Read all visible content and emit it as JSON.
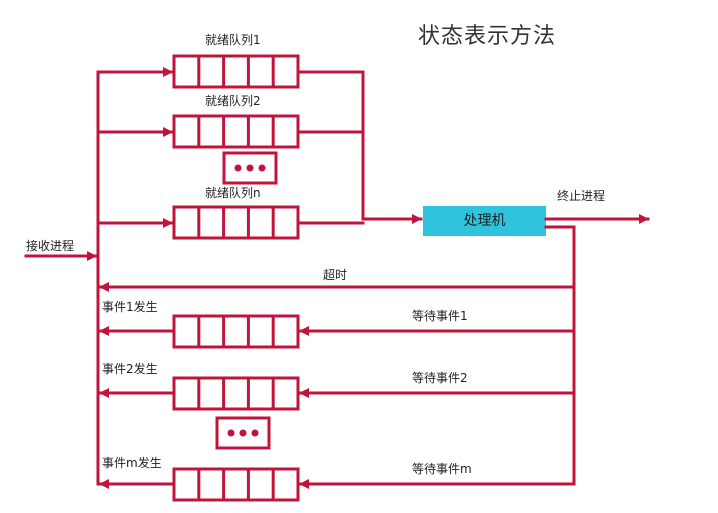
{
  "title": "状态表示方法",
  "colors": {
    "line": "#c0143c",
    "processor": "#2ec4de",
    "text": "#222222"
  },
  "labels": {
    "ready_queue_1": "就绪队列1",
    "ready_queue_2": "就绪队列2",
    "ready_queue_n": "就绪队列n",
    "processor": "处理机",
    "terminate": "终止进程",
    "receive": "接收进程",
    "timeout": "超时",
    "event1_occur": "事件1发生",
    "event2_occur": "事件2发生",
    "eventm_occur": "事件m发生",
    "wait_event1": "等待事件1",
    "wait_event2": "等待事件2",
    "wait_eventm": "等待事件m"
  },
  "ellipsis_icon": "ellipsis-icon"
}
